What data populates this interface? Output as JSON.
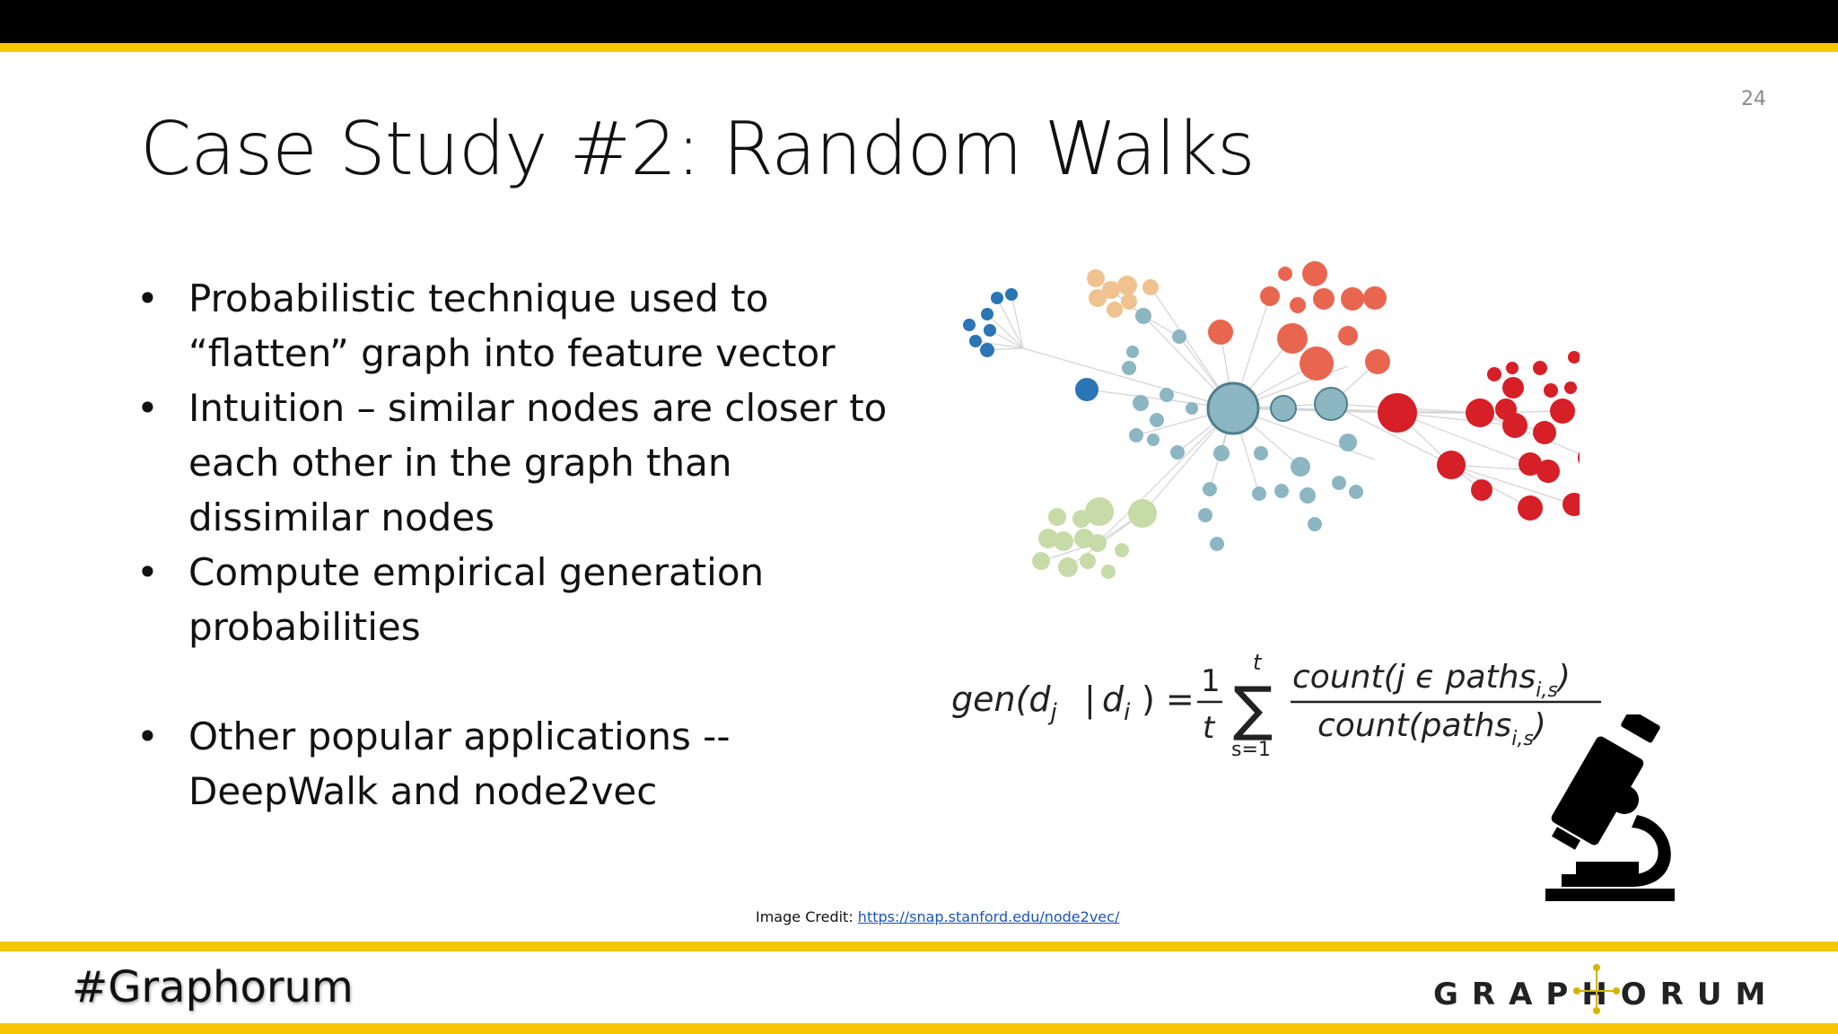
{
  "slide": {
    "page_number": "24",
    "title": "Case Study #2: Random Walks",
    "bullets": [
      {
        "lines": [
          "Probabilistic technique used to",
          "“flatten” graph into feature vector"
        ]
      },
      {
        "lines": [
          "Intuition – similar nodes are closer to",
          "each other in the graph than",
          "dissimilar nodes"
        ]
      },
      {
        "lines": [
          "Compute empirical generation",
          "probabilities"
        ]
      },
      {
        "lines": [
          "Other popular applications --",
          "DeepWalk and node2vec"
        ]
      }
    ],
    "bullet_glyph": "•",
    "formula": {
      "lhs": "gen(d",
      "lhs_sub_j": "j",
      "bar": "|",
      "lhs_d_i": "d",
      "lhs_sub_i": "i",
      "close_eq": ") =",
      "frac_num": "1",
      "frac_den": "t",
      "sum_top": "t",
      "sum_sym": "∑",
      "sum_bottom": "s=1",
      "num_text": "count(j ϵ paths",
      "num_sub": "i,s",
      "num_close": ")",
      "den_text": "count(paths",
      "den_sub": "i,s",
      "den_close": ")"
    },
    "image_credit_label": "Image Credit: ",
    "image_credit_link": "https://snap.stanford.edu/node2vec/",
    "microscope_icon": "microscope-icon"
  },
  "footer": {
    "hashtag": "#Graphorum",
    "logo_text": "GRAPHORUM"
  },
  "colors": {
    "stripe": "#f7c600",
    "top_bar": "#000000",
    "link": "#1a56b8"
  }
}
